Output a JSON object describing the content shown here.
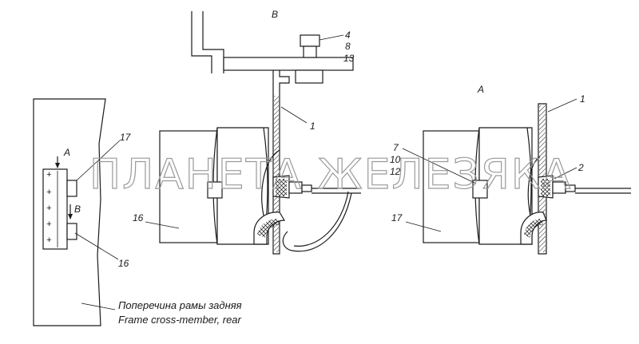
{
  "header": {
    "doc_number": ""
  },
  "views": {
    "view_b": "B",
    "view_a": "A"
  },
  "overview": {
    "arrow_a": "A",
    "arrow_b": "B",
    "label_17": "17",
    "label_16": "16",
    "polarity_marks": [
      "+",
      "+",
      "+",
      "+",
      "+"
    ]
  },
  "view_b_labels": {
    "label_4": "4",
    "label_8": "8",
    "label_13": "13",
    "label_1": "1",
    "label_16": "16"
  },
  "view_a_labels": {
    "label_1": "1",
    "label_7": "7",
    "label_10": "10",
    "label_12": "12",
    "label_2": "2",
    "label_17": "17"
  },
  "caption": {
    "ru": "Поперечина рамы задняя",
    "en": "Frame cross-member, rear"
  },
  "watermark": "ПЛАНЕТА ЖЕЛЕЗЯКА"
}
